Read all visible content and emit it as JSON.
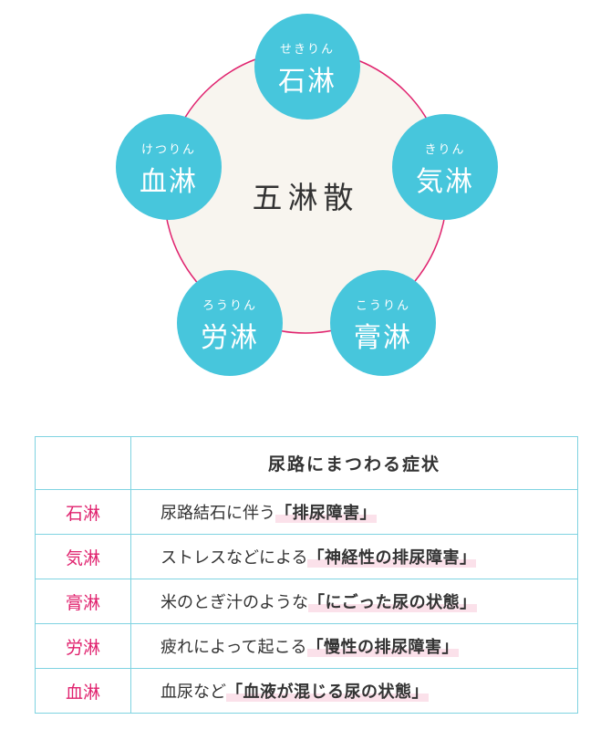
{
  "diagram": {
    "center": "五淋散",
    "nodes": [
      {
        "kanji": "石淋",
        "ruby": "せきりん"
      },
      {
        "kanji": "気淋",
        "ruby": "きりん"
      },
      {
        "kanji": "膏淋",
        "ruby": "こうりん"
      },
      {
        "kanji": "労淋",
        "ruby": "ろうりん"
      },
      {
        "kanji": "血淋",
        "ruby": "けつりん"
      }
    ],
    "colors": {
      "node": "#47c6dc",
      "ring": "#e0226e",
      "center_fill": "#f8f5ef"
    }
  },
  "table": {
    "header": "尿路にまつわる症状",
    "rows": [
      {
        "name": "石淋",
        "text": "尿路結石に伴う",
        "highlight": "「排尿障害」"
      },
      {
        "name": "気淋",
        "text": "ストレスなどによる",
        "highlight": "「神経性の排尿障害」"
      },
      {
        "name": "膏淋",
        "text": "米のとぎ汁のような",
        "highlight": "「にごった尿の状態」"
      },
      {
        "name": "労淋",
        "text": "疲れによって起こる",
        "highlight": "「慢性の排尿障害」"
      },
      {
        "name": "血淋",
        "text": "血尿など",
        "highlight": "「血液が混じる尿の状態」"
      }
    ],
    "colors": {
      "name": "#e0226e",
      "border": "#7fd3e1",
      "highlight_bg": "#fbe1ea"
    }
  }
}
